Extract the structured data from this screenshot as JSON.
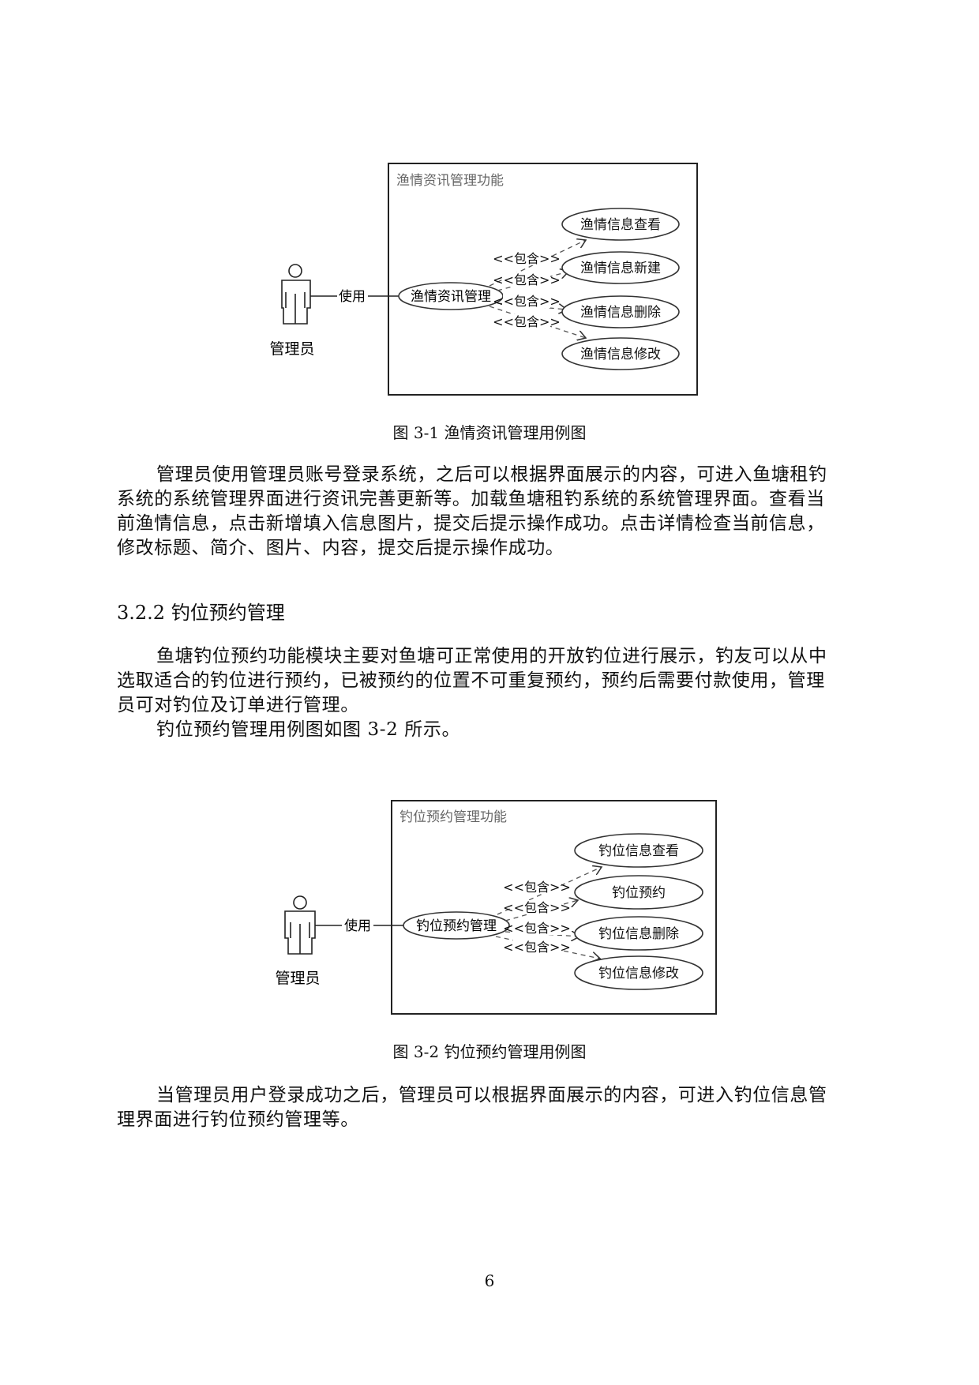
{
  "figure1": {
    "system_title": "渔情资讯管理功能",
    "actor_label": "管理员",
    "association_label": "使用",
    "main_use_case": "渔情资讯管理",
    "include_label": "<<包含>>",
    "use_cases": [
      "渔情信息查看",
      "渔情信息新建",
      "渔情信息删除",
      "渔情信息修改"
    ],
    "caption": "图 3-1  渔情资讯管理用例图"
  },
  "paragraph1": {
    "lines": [
      "管理员使用管理员账号登录系统，之后可以根据界面展示的内容，可进入鱼塘租钓",
      "系统的系统管理界面进行资讯完善更新等。加载鱼塘租钓系统的系统管理界面。查看当",
      "前渔情信息，点击新增填入信息图片，提交后提示操作成功。点击详情检查当前信息，",
      "修改标题、简介、图片、内容，提交后提示操作成功。"
    ]
  },
  "section": {
    "heading": "3.2.2  钓位预约管理"
  },
  "paragraph2": {
    "lines": [
      "鱼塘钓位预约功能模块主要对鱼塘可正常使用的开放钓位进行展示，钓友可以从中",
      "选取适合的钓位进行预约，已被预约的位置不可重复预约，预约后需要付款使用，管理",
      "员可对钓位及订单进行管理。",
      "钓位预约管理用例图如图 3-2 所示。"
    ]
  },
  "figure2": {
    "system_title": "钓位预约管理功能",
    "actor_label": "管理员",
    "association_label": "使用",
    "main_use_case": "钓位预约管理",
    "include_label": "<<包含>>",
    "use_cases": [
      "钓位信息查看",
      "钓位预约",
      "钓位信息删除",
      "钓位信息修改"
    ],
    "caption": "图 3-2  钓位预约管理用例图"
  },
  "paragraph3": {
    "lines": [
      "当管理员用户登录成功之后，管理员可以根据界面展示的内容，可进入钓位信息管",
      "理界面进行钓位预约管理等。"
    ]
  },
  "page_number": "6"
}
